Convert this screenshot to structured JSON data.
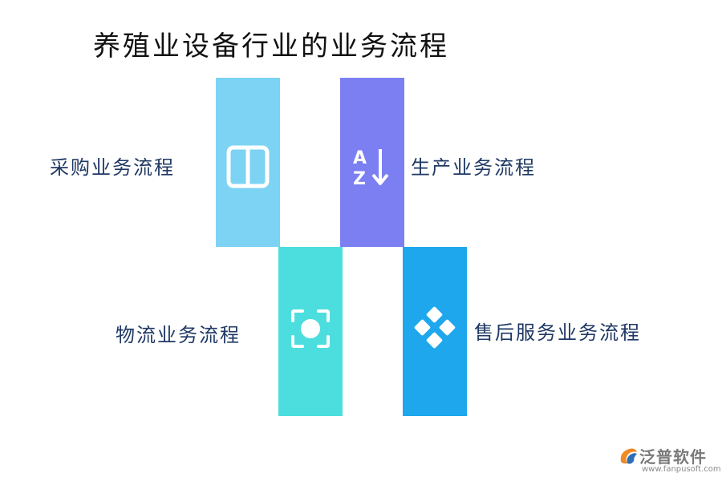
{
  "title": "养殖业设备行业的业务流程",
  "steps": [
    {
      "label": "采购业务流程",
      "color": "#7dd3f3",
      "icon": "two-panel-icon"
    },
    {
      "label": "生产业务流程",
      "color": "#7b7ff2",
      "icon": "sort-az-icon"
    },
    {
      "label": "物流业务流程",
      "color": "#4cdede",
      "icon": "focus-frame-icon"
    },
    {
      "label": "售后服务业务流程",
      "color": "#1ea7ec",
      "icon": "diamond-grid-icon"
    }
  ],
  "logo": {
    "name": "泛普软件",
    "url": "www.fanpusoft.com",
    "colors": [
      "#f08a24",
      "#2a6fb8"
    ]
  }
}
